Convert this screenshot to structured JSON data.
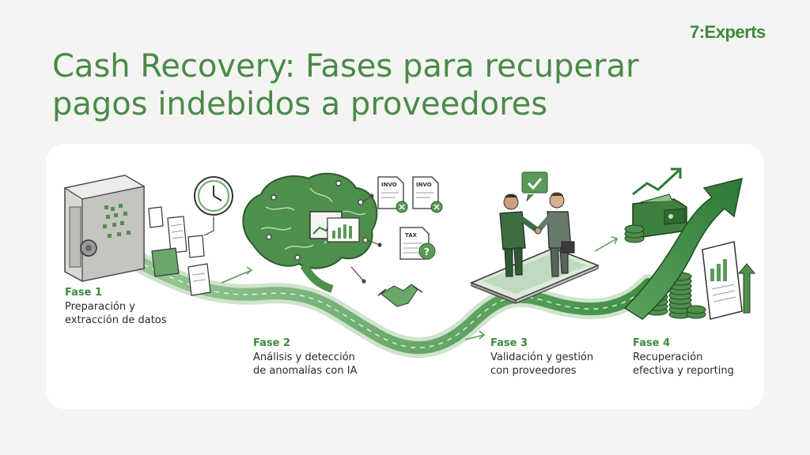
{
  "brand": {
    "logo": "7:Experts",
    "accent": "#3d8a3d"
  },
  "title": {
    "line1": "Cash Recovery: Fases para recuperar",
    "line2": "pagos indebidos a proveedores"
  },
  "phases": [
    {
      "label": "Fase 1",
      "line1": "Preparación y",
      "line2": "extracción de datos"
    },
    {
      "label": "Fase 2",
      "line1": "Análisis y detección",
      "line2": "de anomalías con IA"
    },
    {
      "label": "Fase 3",
      "line1": "Validación y gestión",
      "line2": "con proveedores"
    },
    {
      "label": "Fase 4",
      "line1": "Recuperación",
      "line2": "efectiva y reporting"
    }
  ],
  "doc_labels": {
    "invoice_a": "INVO",
    "invoice_b": "INVO",
    "tax": "TAX"
  },
  "icons": [
    "safe-icon",
    "clock-icon",
    "brain-icon",
    "invoice-icon",
    "tax-form-icon",
    "handshake-icon",
    "businessmen-handshake-icon",
    "checkmark-bubble-icon",
    "tablet-icon",
    "wallet-icon",
    "coins-icon",
    "rising-arrow-icon",
    "report-icon"
  ]
}
